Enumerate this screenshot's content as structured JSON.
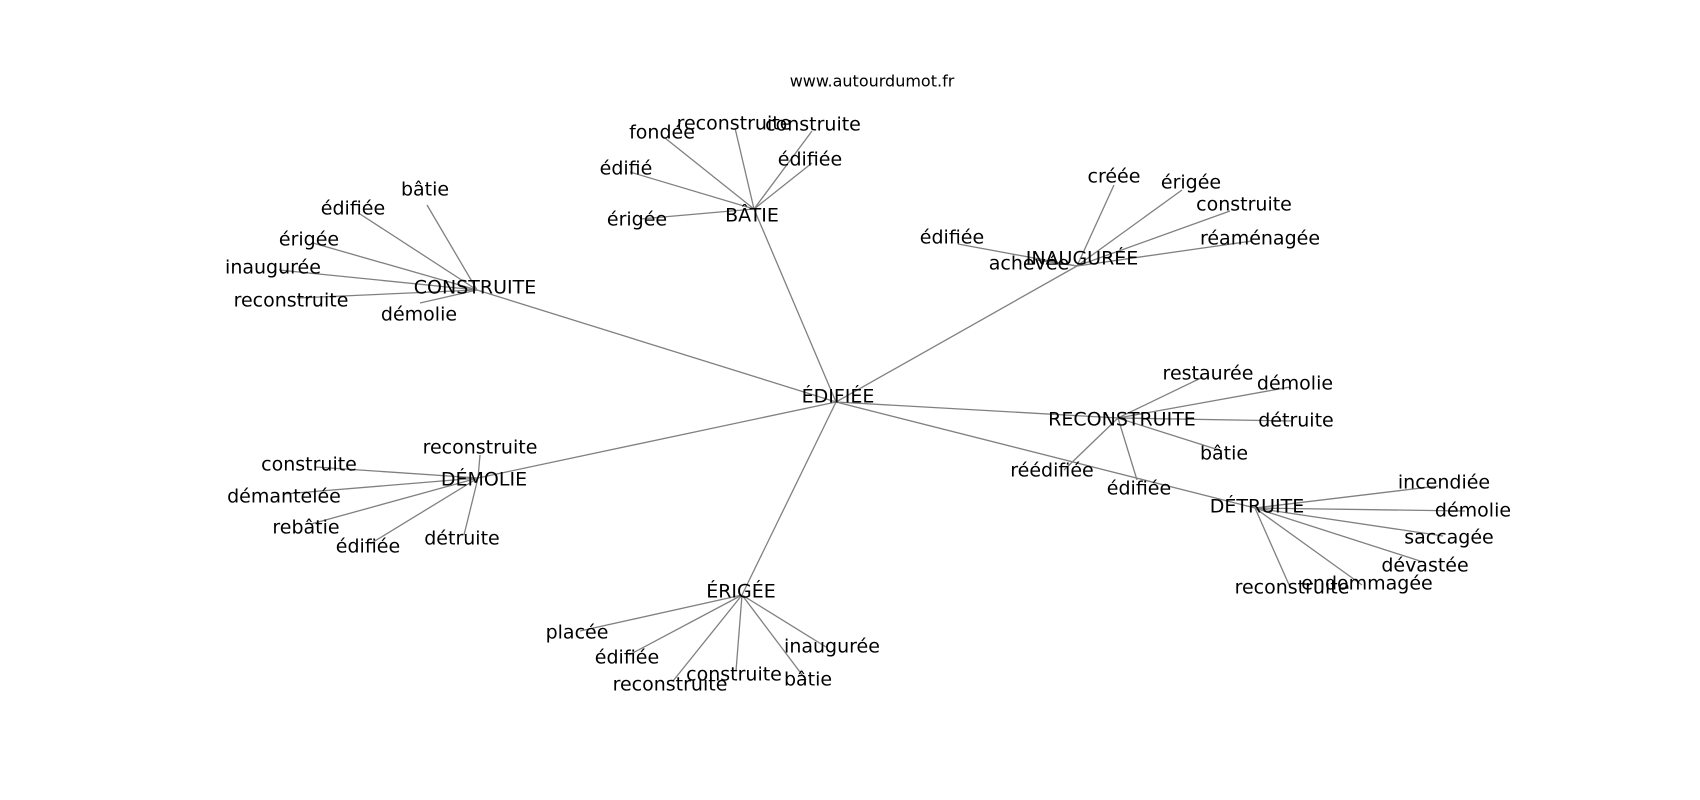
{
  "site": "www.autourdumot.fr",
  "center": "ÉDIFIÉE",
  "clusters": [
    {
      "label": "BÂTIE",
      "leaves": [
        "fondée",
        "reconstruite",
        "construite",
        "édifié",
        "édifiée",
        "érigée"
      ]
    },
    {
      "label": "INAUGURÉE",
      "leaves": [
        "créée",
        "érigée",
        "construite",
        "réaménagée",
        "édifiée",
        "achevée"
      ]
    },
    {
      "label": "CONSTRUITE",
      "leaves": [
        "bâtie",
        "édifiée",
        "érigée",
        "inaugurée",
        "reconstruite",
        "démolie"
      ]
    },
    {
      "label": "RECONSTRUITE",
      "leaves": [
        "restaurée",
        "démolie",
        "détruite",
        "bâtie",
        "édifiée",
        "réédifiée"
      ]
    },
    {
      "label": "DÉMOLIE",
      "leaves": [
        "reconstruite",
        "construite",
        "démantelée",
        "rebâtie",
        "édifiée",
        "détruite"
      ]
    },
    {
      "label": "DÉTRUITE",
      "leaves": [
        "incendiée",
        "démolie",
        "saccagée",
        "dévastée",
        "endommagée",
        "reconstruite"
      ]
    },
    {
      "label": "ÉRIGÉE",
      "leaves": [
        "placée",
        "édifiée",
        "reconstruite",
        "construite",
        "bâtie",
        "inaugurée"
      ]
    }
  ],
  "colors": {
    "edge": "#808080",
    "text": "#000000",
    "background": "#ffffff"
  }
}
